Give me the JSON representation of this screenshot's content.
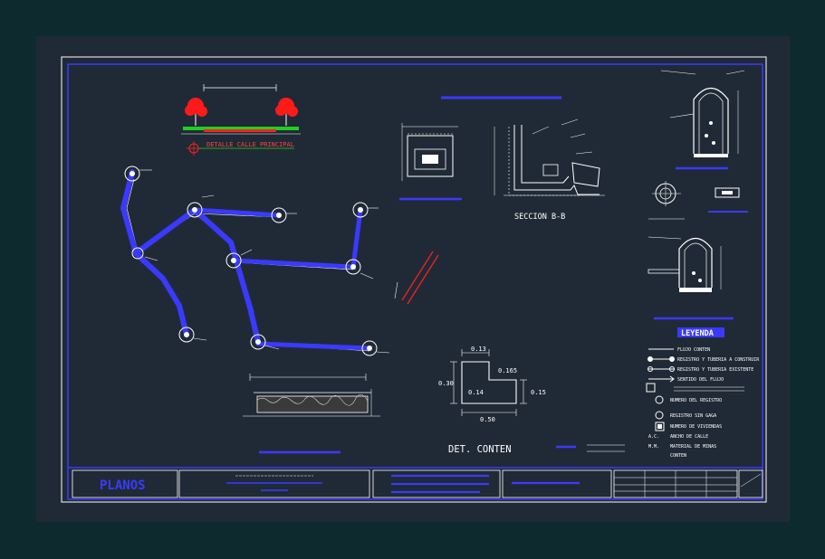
{
  "top_detail": {
    "caption": "DETALLE CALLE PRINCIPAL"
  },
  "center": {
    "section_label": "SECCION B-B"
  },
  "conten": {
    "title": "DET. CONTEN",
    "dims": {
      "top": "0.13",
      "right_top": "0.165",
      "left": "0.30",
      "inner": "0.14",
      "right": "0.15",
      "bottom": "0.50"
    }
  },
  "right": {
    "legend_title": "LEYENDA",
    "legend_items": [
      "FLUJO CONTEN",
      "REGISTRO Y TUBERIA A CONSTRUIR",
      "REGISTRO Y TUBERIA EXISTENTE",
      "SENTIDO DEL FLUJO",
      "NUMERO DEL REGISTRO",
      "REGISTRO SIN GAGA",
      "NUMERO DE VIVIENDAS",
      "ANCHO DE CALLE",
      "MATERIAL DE MINAS",
      "CONTEN"
    ],
    "legend_codes": [
      "A.C.",
      "M.M."
    ]
  },
  "titleblock": {
    "planos": "PLANOS"
  },
  "colors": {
    "background": "#202a36",
    "page": "#0d2b2e",
    "blue": "#3a3aff",
    "white": "#ffffff",
    "red": "#ff2020",
    "green": "#1fd01f"
  }
}
